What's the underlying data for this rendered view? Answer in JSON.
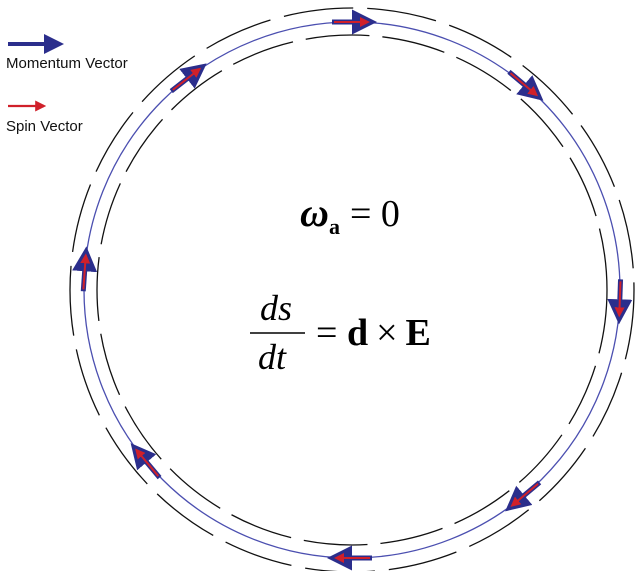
{
  "legend": {
    "momentum_label": "Momentum Vector",
    "spin_label": "Spin Vector"
  },
  "equations": {
    "omega_symbol": "ω",
    "omega_subscript": "a",
    "omega_rhs": "= 0",
    "ds": "ds",
    "dt": "dt",
    "rhs_d": "d",
    "rhs_times": "×",
    "rhs_E": "E"
  },
  "colors": {
    "momentum": "#2b2e8c",
    "spin": "#d0202a",
    "orbit": "#4b4fb0",
    "electrodes": "#111111"
  },
  "vectors": [
    {
      "name": "top",
      "angle_deg": 270
    },
    {
      "name": "upper-right",
      "angle_deg": 310
    },
    {
      "name": "right",
      "angle_deg": 2
    },
    {
      "name": "lower-right",
      "angle_deg": 50
    },
    {
      "name": "bottom",
      "angle_deg": 90
    },
    {
      "name": "lower-left",
      "angle_deg": 140
    },
    {
      "name": "left",
      "angle_deg": 184
    },
    {
      "name": "upper-left",
      "angle_deg": 232
    }
  ]
}
